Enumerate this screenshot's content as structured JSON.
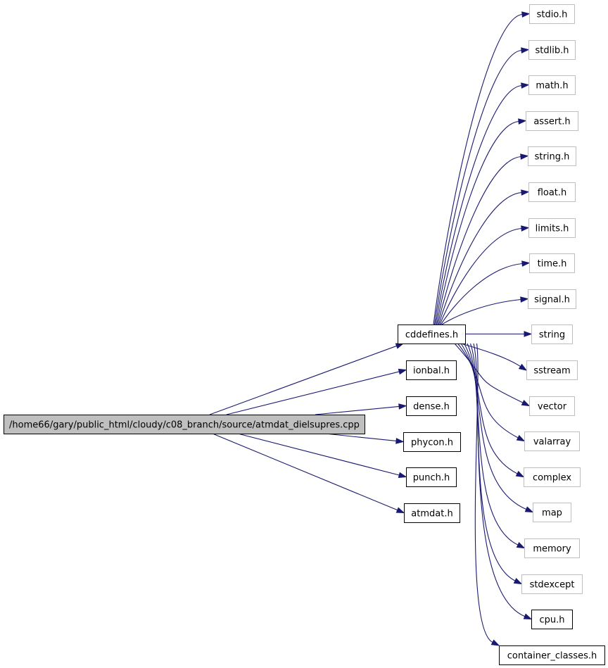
{
  "colors": {
    "edge": "#191970",
    "root_fill": "#bfbfbf",
    "root_border": "#000000",
    "documented_border": "#000000",
    "undocumented_border": "#bfbfbf",
    "node_fill": "#ffffff"
  },
  "root": {
    "label": "/home66/gary/public_html/cloudy/c08_branch/source/atmdat_dielsupres.cpp"
  },
  "includes": [
    {
      "label": "cddefines.h",
      "documented": true
    },
    {
      "label": "ionbal.h",
      "documented": true
    },
    {
      "label": "dense.h",
      "documented": true
    },
    {
      "label": "phycon.h",
      "documented": true
    },
    {
      "label": "punch.h",
      "documented": true
    },
    {
      "label": "atmdat.h",
      "documented": true
    }
  ],
  "cddefines_includes": [
    {
      "label": "stdio.h",
      "documented": false
    },
    {
      "label": "stdlib.h",
      "documented": false
    },
    {
      "label": "math.h",
      "documented": false
    },
    {
      "label": "assert.h",
      "documented": false
    },
    {
      "label": "string.h",
      "documented": false
    },
    {
      "label": "float.h",
      "documented": false
    },
    {
      "label": "limits.h",
      "documented": false
    },
    {
      "label": "time.h",
      "documented": false
    },
    {
      "label": "signal.h",
      "documented": false
    },
    {
      "label": "string",
      "documented": false
    },
    {
      "label": "sstream",
      "documented": false
    },
    {
      "label": "vector",
      "documented": false
    },
    {
      "label": "valarray",
      "documented": false
    },
    {
      "label": "complex",
      "documented": false
    },
    {
      "label": "map",
      "documented": false
    },
    {
      "label": "memory",
      "documented": false
    },
    {
      "label": "stdexcept",
      "documented": false
    },
    {
      "label": "cpu.h",
      "documented": true
    },
    {
      "label": "container_classes.h",
      "documented": true
    }
  ]
}
